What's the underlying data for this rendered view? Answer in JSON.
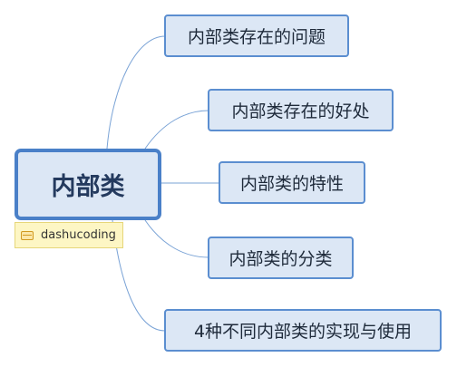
{
  "mindmap": {
    "root": {
      "label": "内部类"
    },
    "note": {
      "label": "dashucoding"
    },
    "children": [
      {
        "label": "内部类存在的问题"
      },
      {
        "label": "内部类存在的好处"
      },
      {
        "label": "内部类的特性"
      },
      {
        "label": "内部类的分类"
      },
      {
        "label": "4种不同内部类的实现与使用"
      }
    ]
  },
  "colors": {
    "node_fill": "#dce7f5",
    "node_border": "#5b8ed0",
    "connector": "#7aa3d6",
    "note_fill": "#fdf6c4"
  }
}
